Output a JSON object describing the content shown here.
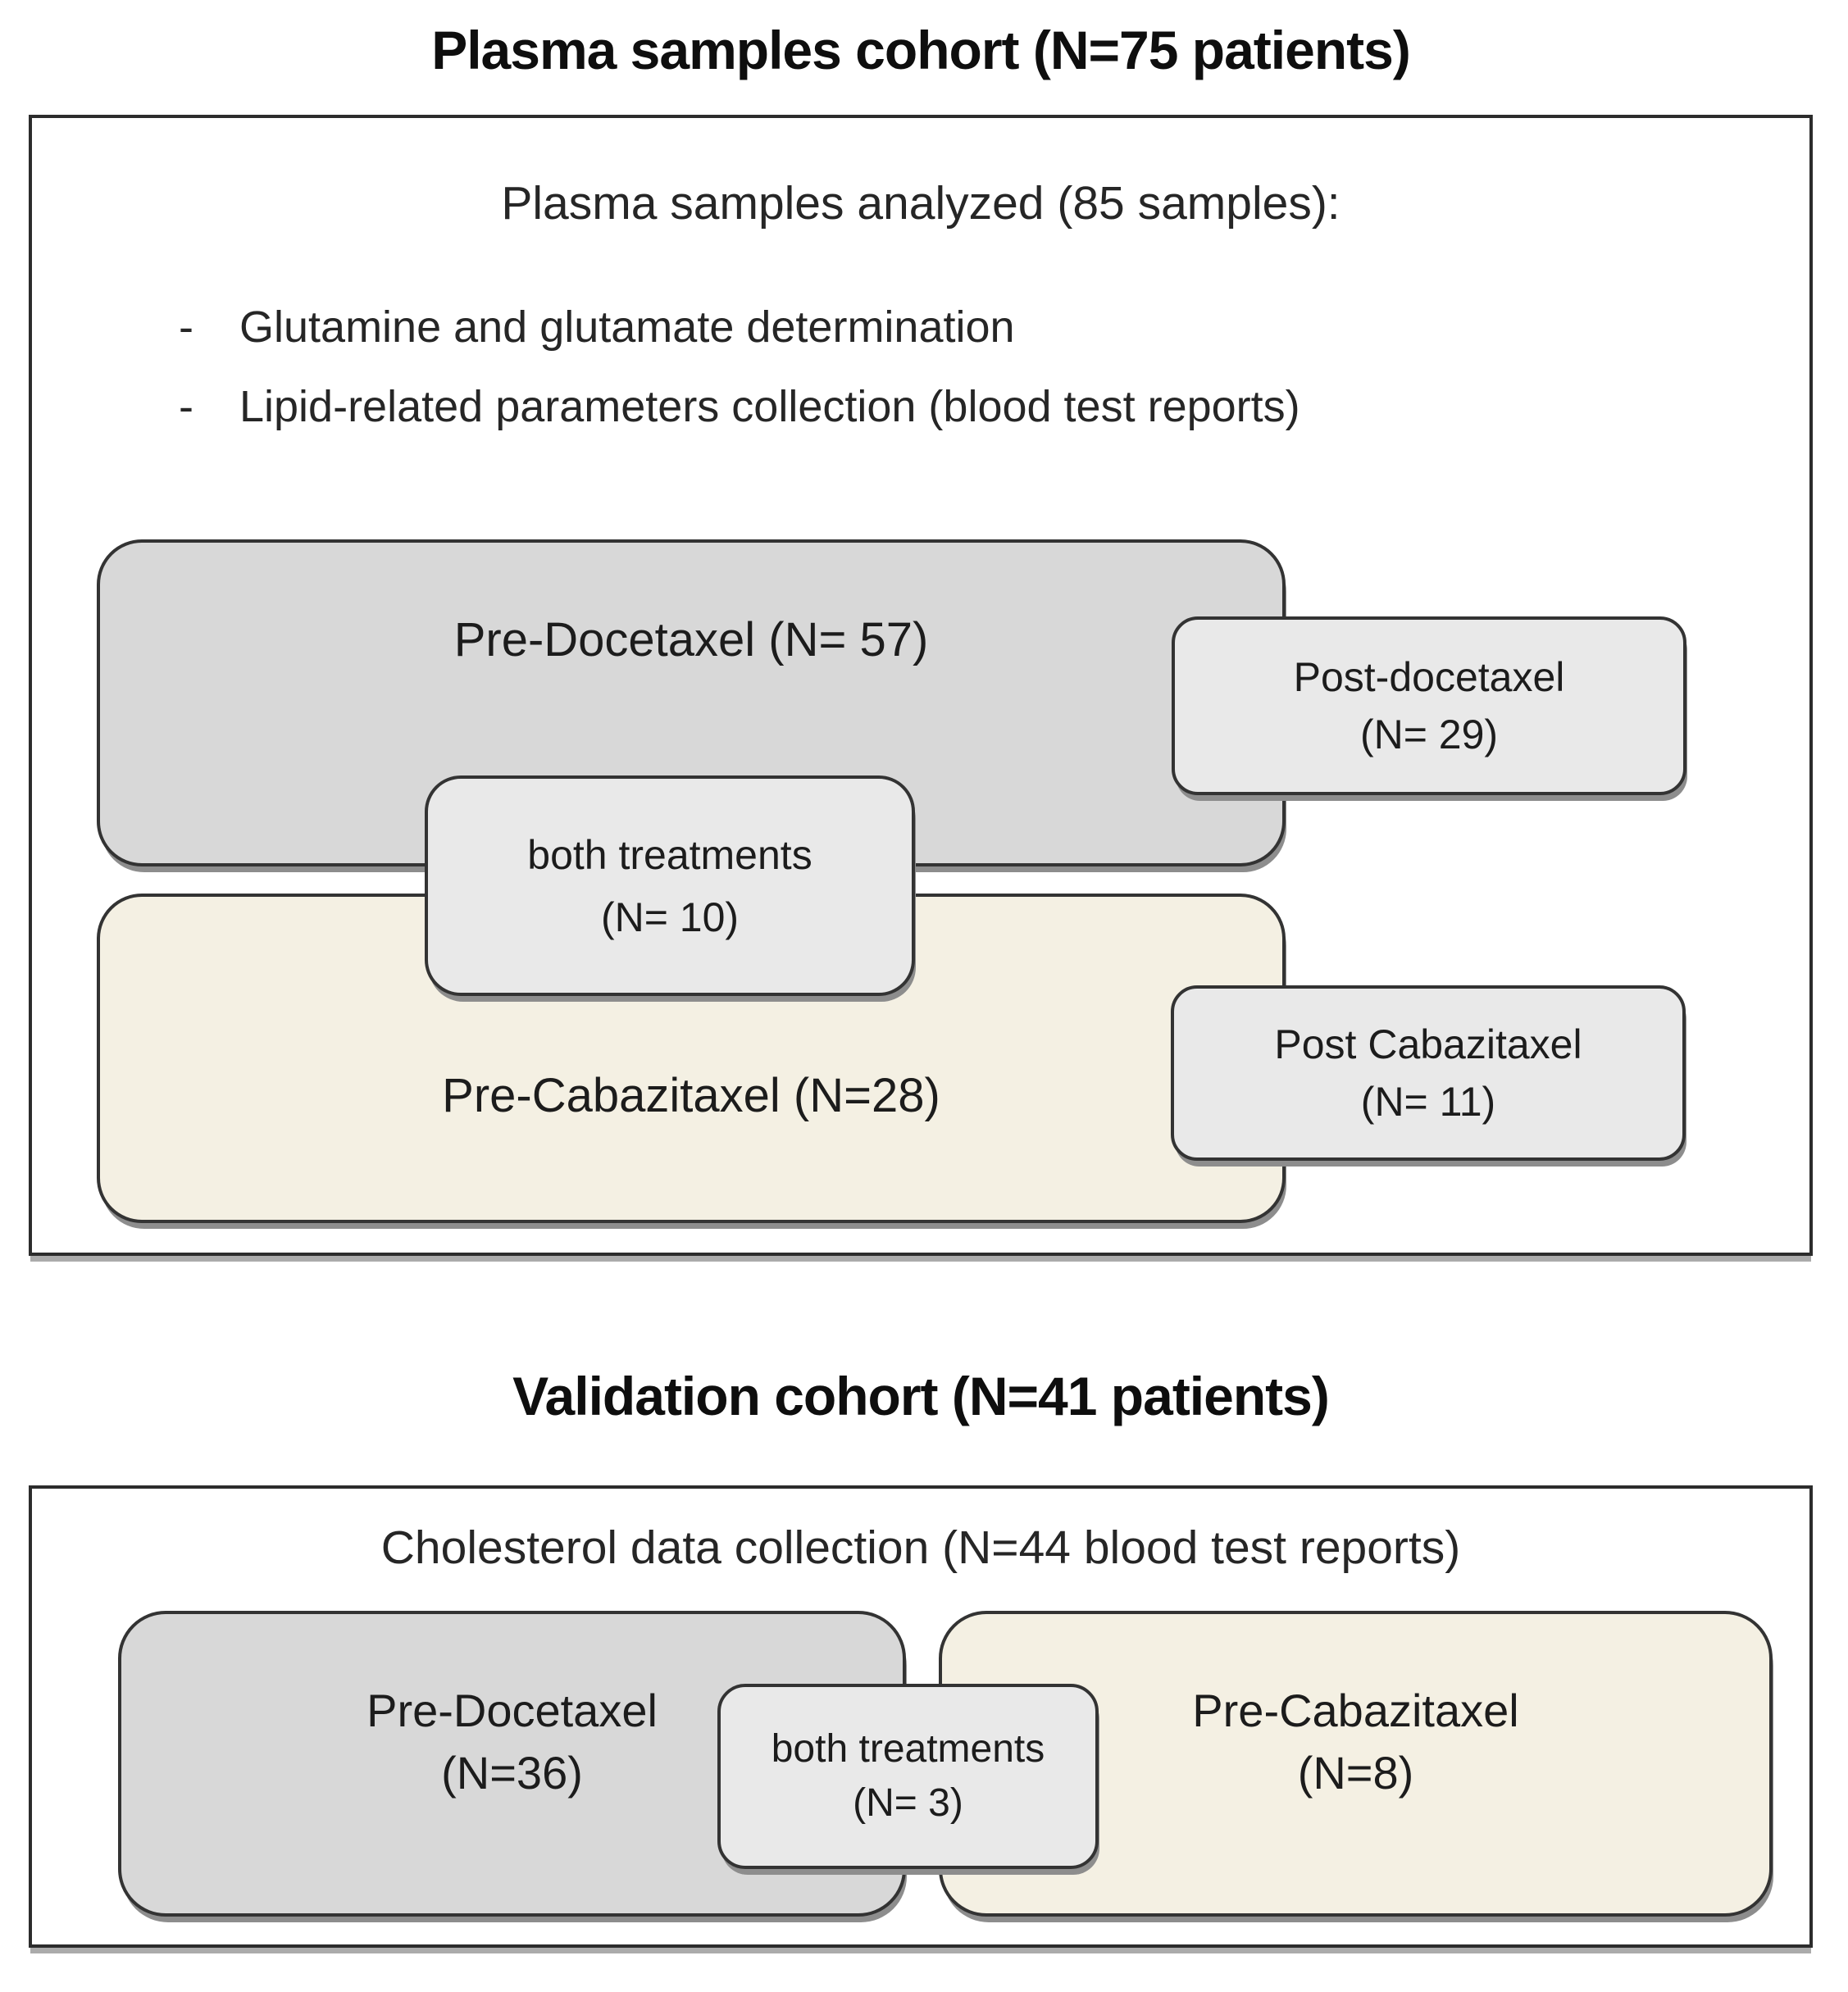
{
  "cohort1": {
    "title": "Plasma samples cohort (N=75 patients)",
    "panel_heading": "Plasma samples analyzed (85 samples):",
    "bullets": [
      {
        "dash": "-",
        "text": "Glutamine and glutamate determination"
      },
      {
        "dash": "-",
        "text": "Lipid-related parameters collection (blood test reports)"
      }
    ],
    "pre_docetaxel_label": "Pre-Docetaxel (N= 57)",
    "post_docetaxel": {
      "line1": "Post-docetaxel",
      "line2": "(N= 29)"
    },
    "both_treatments": {
      "line1": "both treatments",
      "line2": "(N= 10)"
    },
    "pre_cabazitaxel_label": "Pre-Cabazitaxel (N=28)",
    "post_cabazitaxel": {
      "line1": "Post Cabazitaxel",
      "line2": "(N= 11)"
    }
  },
  "cohort2": {
    "title": "Validation cohort (N=41 patients)",
    "panel_heading": "Cholesterol data collection (N=44 blood test reports)",
    "pre_docetaxel": {
      "line1": "Pre-Docetaxel",
      "line2": "(N=36)"
    },
    "both_treatments": {
      "line1": "both treatments",
      "line2": "(N= 3)"
    },
    "pre_cabazitaxel": {
      "line1": "Pre-Cabazitaxel",
      "line2": "(N=8)"
    }
  },
  "colors": {
    "gray_fill": "#d8d8d8",
    "cream_fill": "#f4f0e3",
    "light_fill": "#e9e9e9",
    "border": "#333333",
    "background": "#ffffff"
  }
}
